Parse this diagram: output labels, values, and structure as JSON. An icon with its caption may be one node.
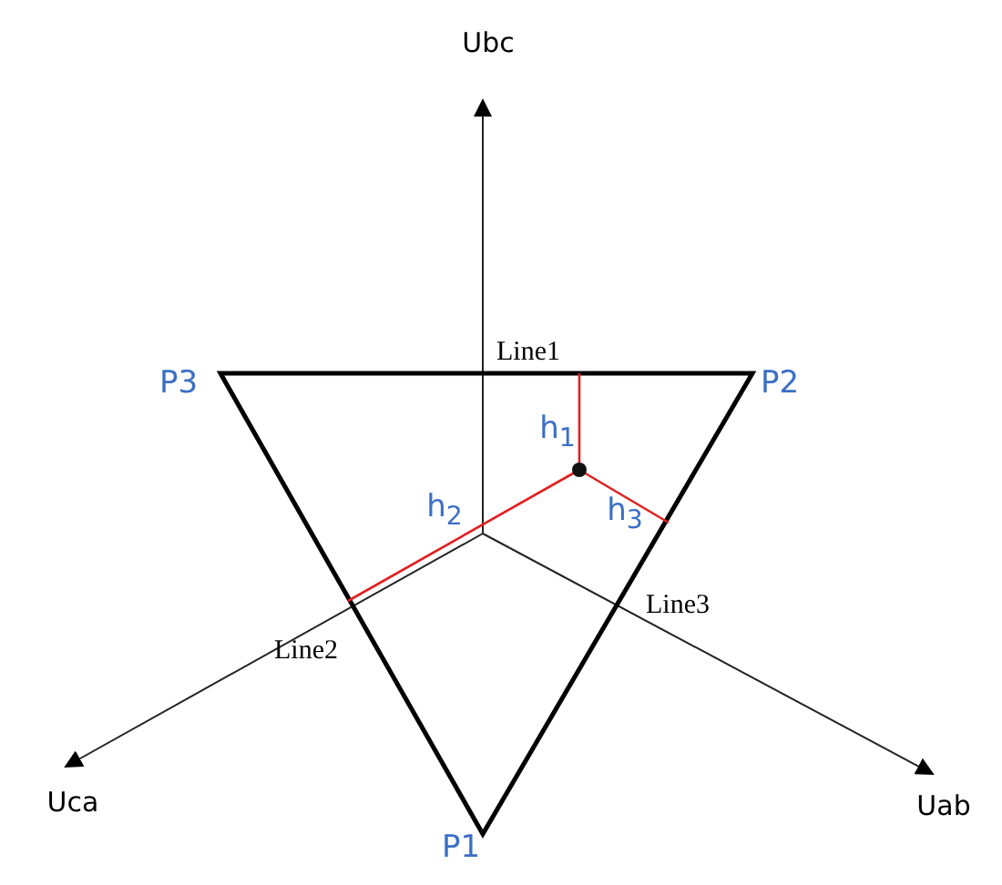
{
  "diagram": {
    "labels": [
      "Ubc",
      "P3",
      "Line1",
      "P2",
      "h$_{1}$",
      "h$_{2}$",
      "h$_{3}$",
      "Line2",
      "Line3",
      "Uca",
      "Uab",
      "P1"
    ]
  }
}
